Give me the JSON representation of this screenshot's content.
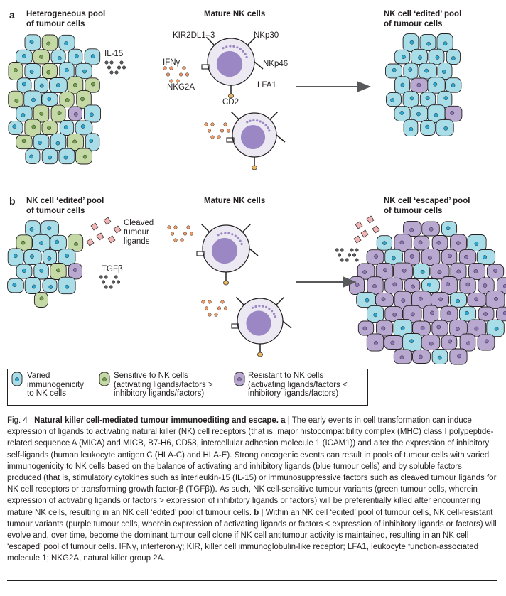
{
  "panel_a": {
    "letter": "a",
    "left_title_1": "Heterogeneous pool",
    "left_title_2": "of tumour cells",
    "mid_title": "Mature NK cells",
    "right_title_1": "NK cell ‘edited’ pool",
    "right_title_2": "of tumour cells",
    "il15": "IL-15",
    "kir": "KIR2DL1–3",
    "nkp30": "NKp30",
    "ifng": "IFNγ",
    "nkp46": "NKp46",
    "nkg2a": "NKG2A",
    "lfa1": "LFA1",
    "cd2": "CD2"
  },
  "panel_b": {
    "letter": "b",
    "left_title_1": "NK cell ‘edited’ pool",
    "left_title_2": "of tumour cells",
    "cleaved_1": "Cleaved",
    "cleaved_2": "tumour",
    "cleaved_3": "ligands",
    "tgfb": "TGFβ",
    "mid_title": "Mature NK cells",
    "right_title_1": "NK cell ‘escaped’ pool",
    "right_title_2": "of tumour cells"
  },
  "legend": {
    "varied_1": "Varied",
    "varied_2": "immunogenicity",
    "varied_3": "to NK cells",
    "sensitive_1": "Sensitive to NK cells",
    "sensitive_2": "(activating ligands/factors >",
    "sensitive_3": "inhibitory ligands/factors)",
    "resistant_1": "Resistant to NK cells",
    "resistant_2": "(activating ligands/factors <",
    "resistant_3": "inhibitory ligands/factors)"
  },
  "caption": {
    "fig": "Fig. 4 | ",
    "title": "Natural killer cell-mediated tumour immunoediting and escape.",
    "a_label": " a",
    "a_text": " | The early events in cell transformation can induce expression of ligands to activating natural killer (NK) cell receptors (that is, major histocompatibility complex (MHC) class I polypeptide-related sequence A (MICA) and MICB, B7-H6, CD58, intercellular adhesion molecule 1 (ICAM1)) and alter the expression of inhibitory self-ligands (human leukocyte antigen C (HLA-C) and HLA-E). Strong oncogenic events can result in pools of tumour cells with varied immunogenicity to NK cells based on the balance of activating and inhibitory ligands (blue tumour cells) and by soluble factors produced (that is, stimulatory cytokines such as interleukin-15 (IL-15) or immunosuppressive factors such as cleaved tumour ligands for NK cell receptors or transforming growth factor-β (TGFβ)). As such, NK cell-sensitive tumour variants (green tumour cells, wherein expression of activating ligands or factors > expression of inhibitory ligands or factors) will be preferentially killed after encountering mature NK cells, resulting in an NK cell ‘edited’ pool of tumour cells.",
    "b_label": " b",
    "b_text": " | Within an NK cell ‘edited’ pool of tumour cells, NK cell-resistant tumour variants (purple tumour cells, wherein expression of activating ligands or factors < expression of inhibitory ligands or factors) will evolve and, over time, become the dominant tumour cell clone if NK cell antitumour activity is maintained, resulting in an NK cell ‘escaped’ pool of tumour cells. IFNγ, interferon-γ; KIR, killer cell immunoglobulin-like receptor; LFA1, leukocyte function-associated molecule 1; NKG2A, natural killer group 2A."
  },
  "colors": {
    "blue_cell": "#a9dde8",
    "blue_nucleus": "#2aa9d5",
    "green_cell": "#c5d9a6",
    "green_nucleus": "#6fa04a",
    "purple_cell": "#b9a9d1",
    "purple_nucleus": "#8a76b5",
    "nk_cell": "#ece9f3",
    "nk_nucleus": "#9a87c4",
    "cytokine": "#ef9a66",
    "cleaved": "#f2b5b5",
    "stroke": "#231f20"
  }
}
